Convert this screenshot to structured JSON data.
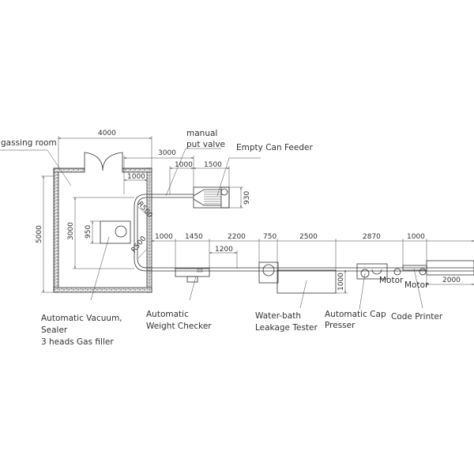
{
  "labels": {
    "gassing_room": "gassing room",
    "manual_valve_1": "manual",
    "manual_valve_2": "put valve",
    "empty_can_feeder": "Empty Can Feeder",
    "vacuum_1": "Automatic Vacuum,",
    "vacuum_2": "Sealer",
    "vacuum_3": "3 heads Gas filler",
    "weight_1": "Automatic",
    "weight_2": "Weight Checker",
    "water_1": "Water-bath",
    "water_2": "Leakage Tester",
    "cap_1": "Automatic Cap",
    "cap_2": "Presser",
    "code_printer": "Code Printer",
    "motor_1": "Motor",
    "motor_2": "Motor"
  },
  "dimensions": {
    "room_width": "4000",
    "offset_3000": "3000",
    "inner_1000": "1000",
    "feeder_gap": "1000",
    "feeder_len": "1500",
    "feeder_width": "930",
    "room_height": "5000",
    "inner_3000": "3000",
    "machine_950": "950",
    "radius_1": "R500",
    "radius_2": "R500",
    "b_1000": "1000",
    "b_1450": "1450",
    "b_2200": "2200",
    "b_1200": "1200",
    "b_750": "750",
    "b_2500": "2500",
    "b_2870": "2870",
    "b_1000b": "1000",
    "tank_1000": "1000",
    "end_2000": "2000"
  }
}
